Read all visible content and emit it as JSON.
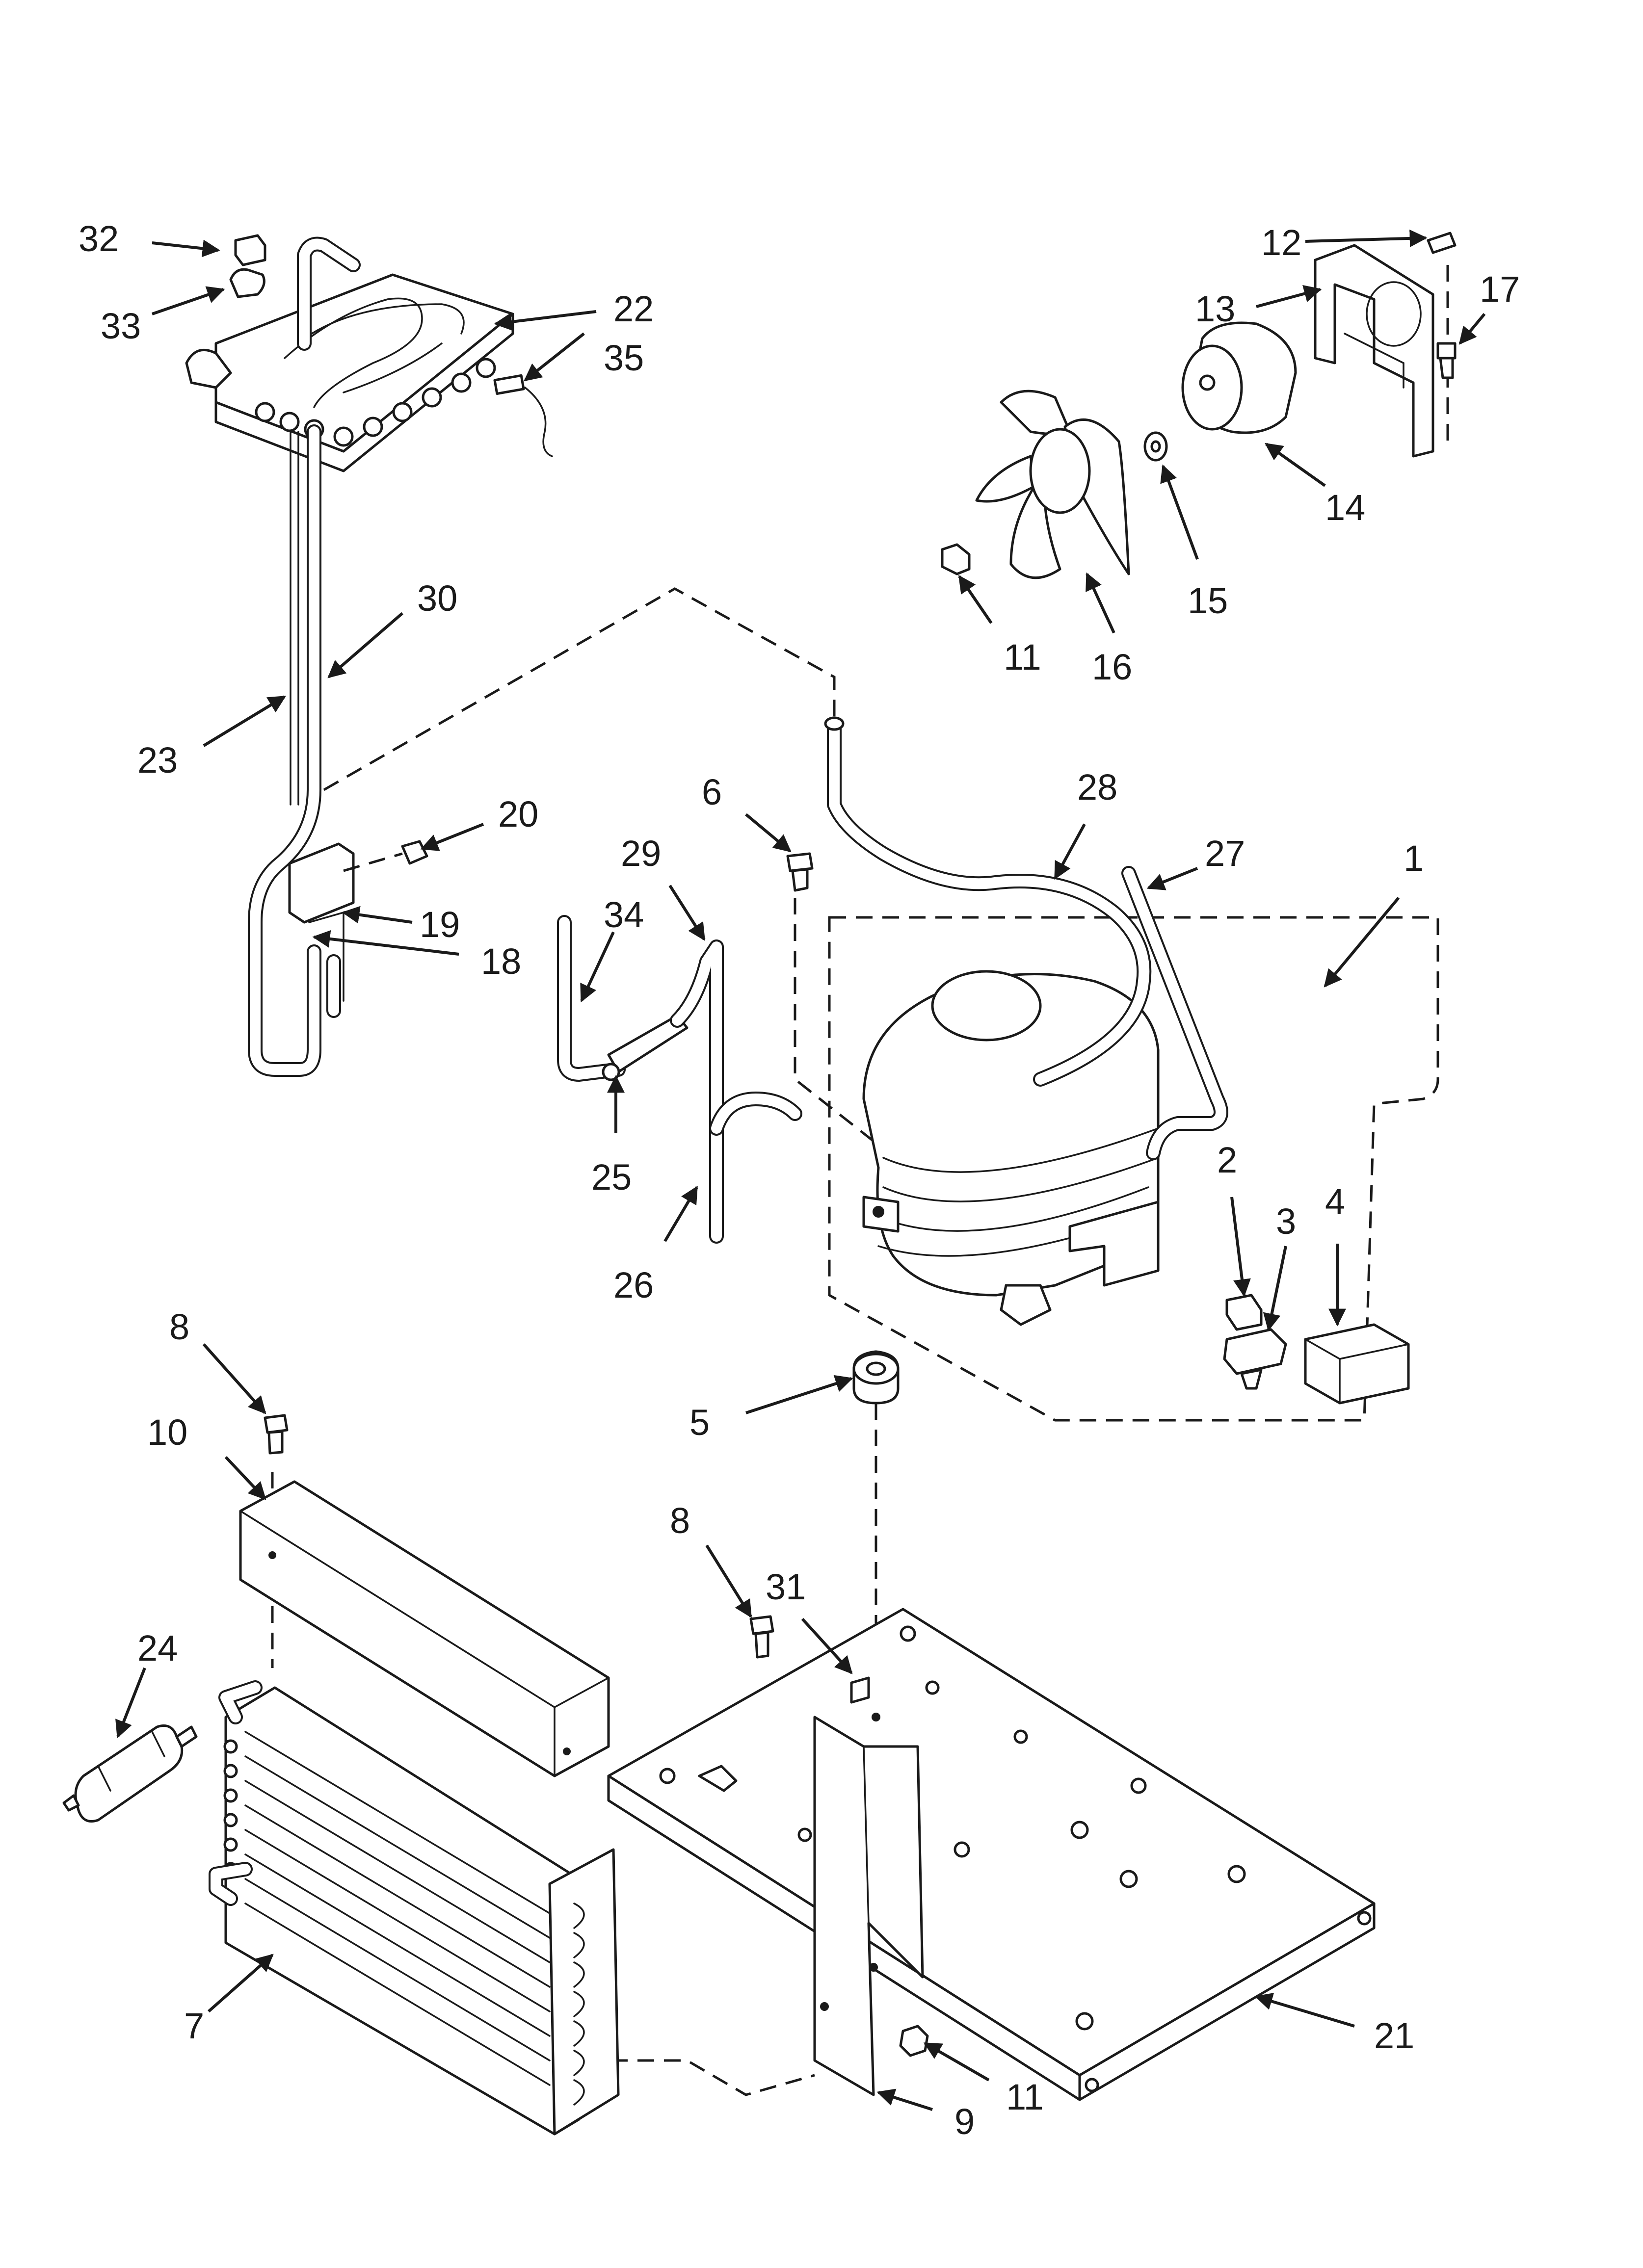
{
  "callouts": [
    {
      "id": "1",
      "text": "1"
    },
    {
      "id": "2",
      "text": "2"
    },
    {
      "id": "3",
      "text": "3"
    },
    {
      "id": "4",
      "text": "4"
    },
    {
      "id": "5",
      "text": "5"
    },
    {
      "id": "6",
      "text": "6"
    },
    {
      "id": "7",
      "text": "7"
    },
    {
      "id": "8a",
      "text": "8"
    },
    {
      "id": "8b",
      "text": "8"
    },
    {
      "id": "9",
      "text": "9"
    },
    {
      "id": "10",
      "text": "10"
    },
    {
      "id": "11a",
      "text": "11"
    },
    {
      "id": "11b",
      "text": "11"
    },
    {
      "id": "12",
      "text": "12"
    },
    {
      "id": "13",
      "text": "13"
    },
    {
      "id": "14",
      "text": "14"
    },
    {
      "id": "15",
      "text": "15"
    },
    {
      "id": "16",
      "text": "16"
    },
    {
      "id": "17",
      "text": "17"
    },
    {
      "id": "18",
      "text": "18"
    },
    {
      "id": "19",
      "text": "19"
    },
    {
      "id": "20",
      "text": "20"
    },
    {
      "id": "21",
      "text": "21"
    },
    {
      "id": "22",
      "text": "22"
    },
    {
      "id": "23",
      "text": "23"
    },
    {
      "id": "24",
      "text": "24"
    },
    {
      "id": "25",
      "text": "25"
    },
    {
      "id": "26",
      "text": "26"
    },
    {
      "id": "27",
      "text": "27"
    },
    {
      "id": "28",
      "text": "28"
    },
    {
      "id": "29",
      "text": "29"
    },
    {
      "id": "30",
      "text": "30"
    },
    {
      "id": "31",
      "text": "31"
    },
    {
      "id": "32",
      "text": "32"
    },
    {
      "id": "33",
      "text": "33"
    },
    {
      "id": "34",
      "text": "34"
    },
    {
      "id": "35",
      "text": "35"
    }
  ]
}
